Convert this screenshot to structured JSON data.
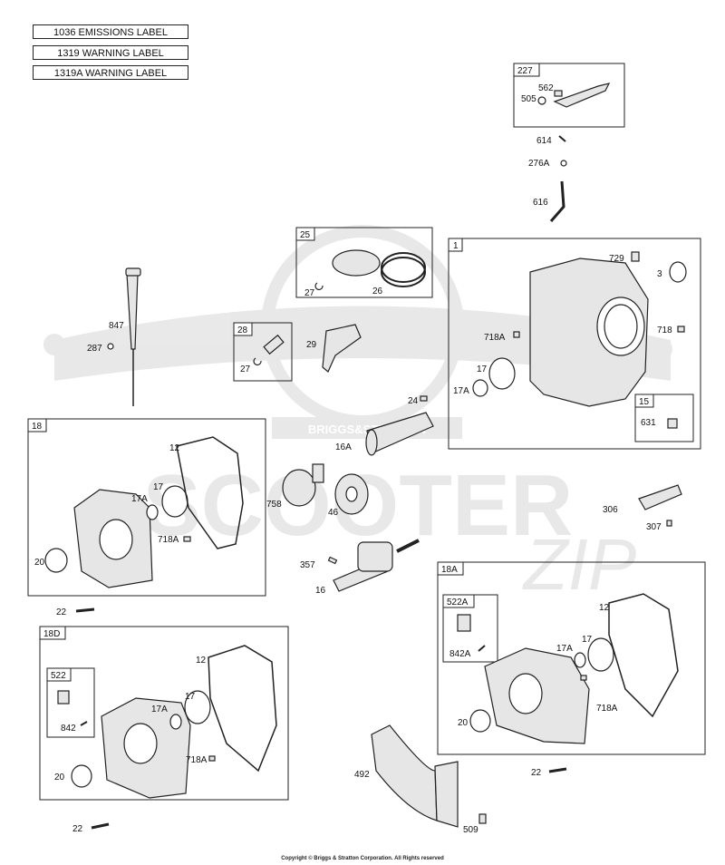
{
  "labels": [
    "1036 EMISSIONS LABEL",
    "1319 WARNING LABEL",
    "1319A WARNING LABEL"
  ],
  "watermark": {
    "brand": "BRIGGS&STRATTON",
    "big": "SCOOTER",
    "script": "ZIP"
  },
  "groups": {
    "g227": "227",
    "g25": "25",
    "g1": "1",
    "g28": "28",
    "g18": "18",
    "g15": "15",
    "g18A": "18A",
    "g522A": "522A",
    "g18D": "18D",
    "g522": "522"
  },
  "parts": {
    "p562": "562",
    "p505": "505",
    "p614": "614",
    "p276A": "276A",
    "p616": "616",
    "p847": "847",
    "p287": "287",
    "p27a": "27",
    "p26": "26",
    "p729": "729",
    "p3": "3",
    "p718A_1": "718A",
    "p718": "718",
    "p17_1": "17",
    "p17A_1": "17A",
    "p24": "24",
    "p28_27": "27",
    "p29": "29",
    "p631": "631",
    "p12_18": "12",
    "p16A": "16A",
    "p17_18": "17",
    "p17A_18": "17A",
    "p758": "758",
    "p46": "46",
    "p718A_18": "718A",
    "p20_18": "20",
    "p306": "306",
    "p307": "307",
    "p357": "357",
    "p16": "16",
    "p22_18": "22",
    "p12_18A": "12",
    "p842A": "842A",
    "p17A_18A": "17A",
    "p17_18A": "17",
    "p718A_18A": "718A",
    "p20_18A": "20",
    "p12_18D": "12",
    "p842": "842",
    "p17_18D": "17",
    "p17A_18D": "17A",
    "p718A_18D": "718A",
    "p20_18D": "20",
    "p22_18A": "22",
    "p492": "492",
    "p22_18D": "22",
    "p509": "509"
  },
  "footer": "Copyright © Briggs & Stratton Corporation. All Rights reserved"
}
